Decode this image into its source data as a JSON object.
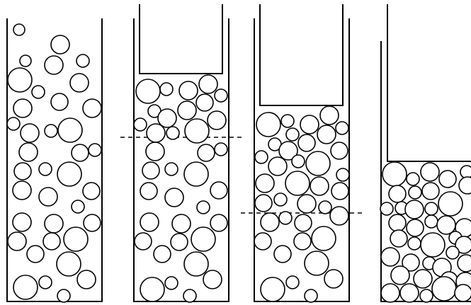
{
  "figure": {
    "panel_count": 4,
    "colors": {
      "stroke": "#000000",
      "background": "#ffffff",
      "particle_fill": "#ffffff"
    },
    "panels": [
      {
        "id": "panel-1",
        "has_piston": false,
        "has_level_line": false
      },
      {
        "id": "panel-2",
        "has_piston": true,
        "has_level_line": true
      },
      {
        "id": "panel-3",
        "has_piston": true,
        "has_level_line": true
      },
      {
        "id": "panel-4",
        "has_piston": true,
        "has_level_line": false
      }
    ]
  }
}
